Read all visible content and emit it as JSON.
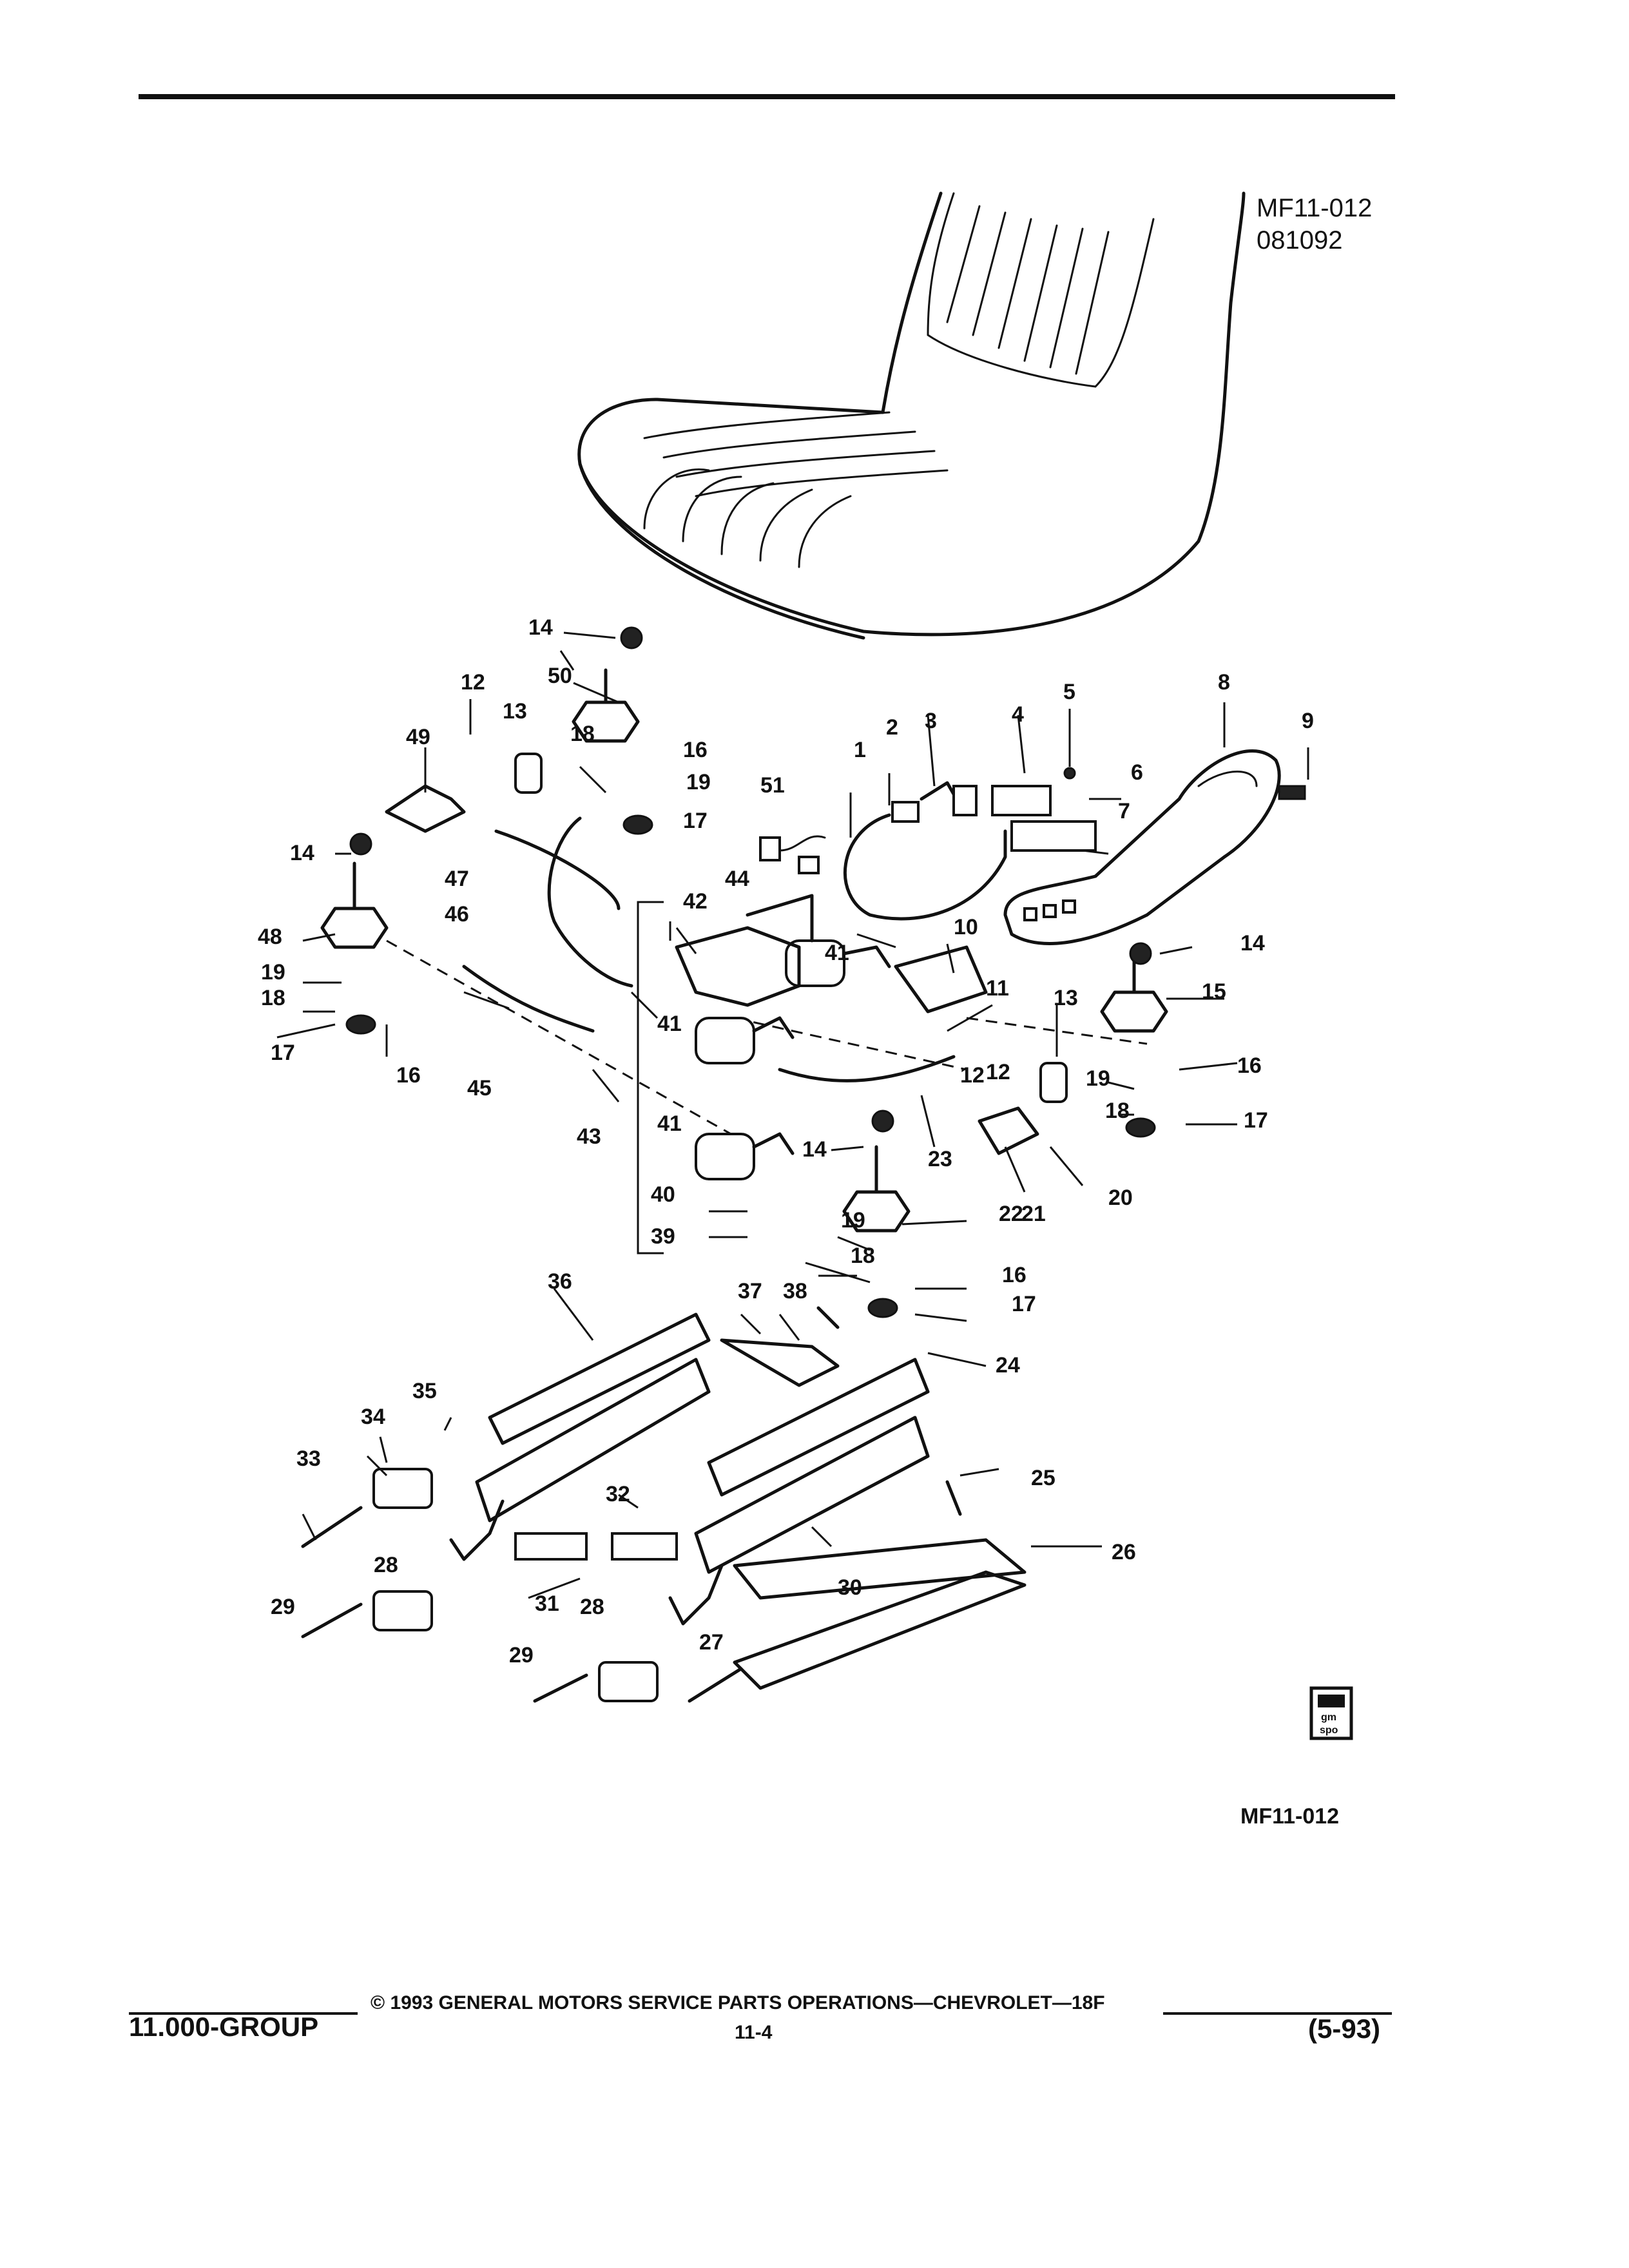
{
  "figure": {
    "code": "MF11-012",
    "date": "081092",
    "bottom_code": "MF11-012"
  },
  "logo": {
    "text": "gm spo"
  },
  "parts": [
    {
      "n": "1"
    },
    {
      "n": "2"
    },
    {
      "n": "3"
    },
    {
      "n": "4"
    },
    {
      "n": "5"
    },
    {
      "n": "6"
    },
    {
      "n": "7"
    },
    {
      "n": "8"
    },
    {
      "n": "9"
    },
    {
      "n": "10"
    },
    {
      "n": "11"
    },
    {
      "n": "12"
    },
    {
      "n": "12"
    },
    {
      "n": "12"
    },
    {
      "n": "13"
    },
    {
      "n": "13"
    },
    {
      "n": "14"
    },
    {
      "n": "14"
    },
    {
      "n": "14"
    },
    {
      "n": "14"
    },
    {
      "n": "15"
    },
    {
      "n": "16"
    },
    {
      "n": "16"
    },
    {
      "n": "16"
    },
    {
      "n": "16"
    },
    {
      "n": "17"
    },
    {
      "n": "17"
    },
    {
      "n": "17"
    },
    {
      "n": "17"
    },
    {
      "n": "18"
    },
    {
      "n": "18"
    },
    {
      "n": "18"
    },
    {
      "n": "18"
    },
    {
      "n": "19"
    },
    {
      "n": "19"
    },
    {
      "n": "19"
    },
    {
      "n": "19"
    },
    {
      "n": "20"
    },
    {
      "n": "21"
    },
    {
      "n": "22"
    },
    {
      "n": "23"
    },
    {
      "n": "24"
    },
    {
      "n": "25"
    },
    {
      "n": "26"
    },
    {
      "n": "27"
    },
    {
      "n": "28"
    },
    {
      "n": "28"
    },
    {
      "n": "29"
    },
    {
      "n": "29"
    },
    {
      "n": "30"
    },
    {
      "n": "31"
    },
    {
      "n": "32"
    },
    {
      "n": "33"
    },
    {
      "n": "34"
    },
    {
      "n": "35"
    },
    {
      "n": "36"
    },
    {
      "n": "37"
    },
    {
      "n": "38"
    },
    {
      "n": "39"
    },
    {
      "n": "40"
    },
    {
      "n": "41"
    },
    {
      "n": "41"
    },
    {
      "n": "41"
    },
    {
      "n": "42"
    },
    {
      "n": "43"
    },
    {
      "n": "44"
    },
    {
      "n": "45"
    },
    {
      "n": "46"
    },
    {
      "n": "47"
    },
    {
      "n": "48"
    },
    {
      "n": "49"
    },
    {
      "n": "50"
    },
    {
      "n": "51"
    }
  ],
  "footer": {
    "group": "11.000-GROUP",
    "copyright": "© 1993 GENERAL MOTORS SERVICE PARTS OPERATIONS—CHEVROLET—18F",
    "page": "11-4",
    "revision": "(5-93)"
  }
}
